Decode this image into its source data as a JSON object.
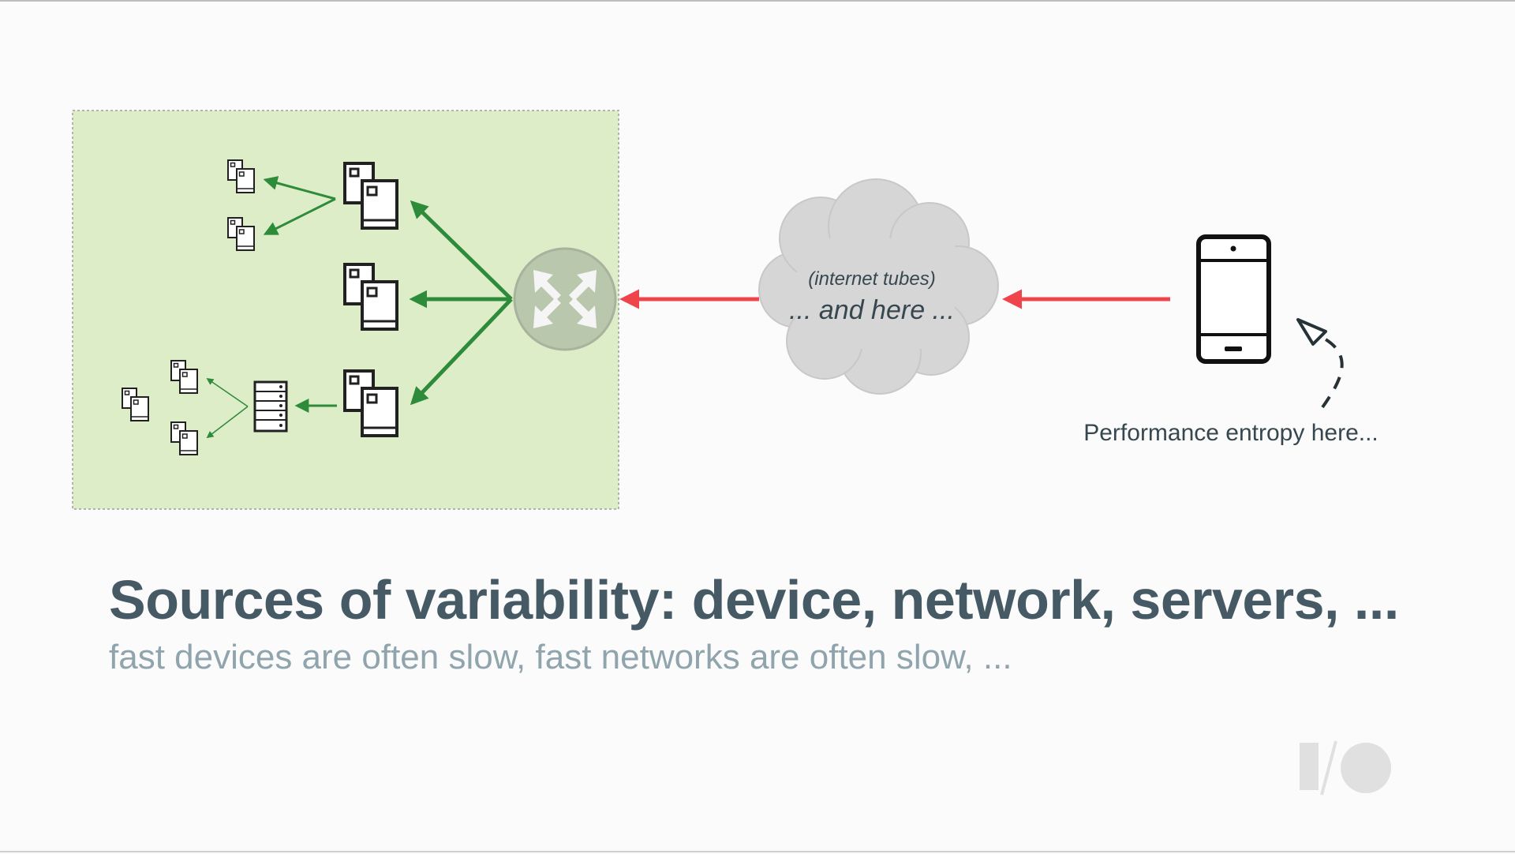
{
  "diagram": {
    "cloud_label_small": "(internet tubes)",
    "cloud_label_large": "... and here ...",
    "device_label": "Performance entropy here...",
    "icons": [
      "server-stack-icon",
      "server-rack-icon",
      "load-balancer-icon",
      "cloud-icon",
      "smartphone-icon"
    ],
    "colors": {
      "datacenter_bg": "#dcedc8",
      "green_arrow": "#2e8b3a",
      "red_arrow": "#f0444c",
      "cloud": "#d6d6d6",
      "text_dark": "#37474f"
    }
  },
  "slide": {
    "title": "Sources of variability: device, network, servers, ...",
    "subtitle": "fast devices are often slow, fast networks are often slow, ..."
  }
}
